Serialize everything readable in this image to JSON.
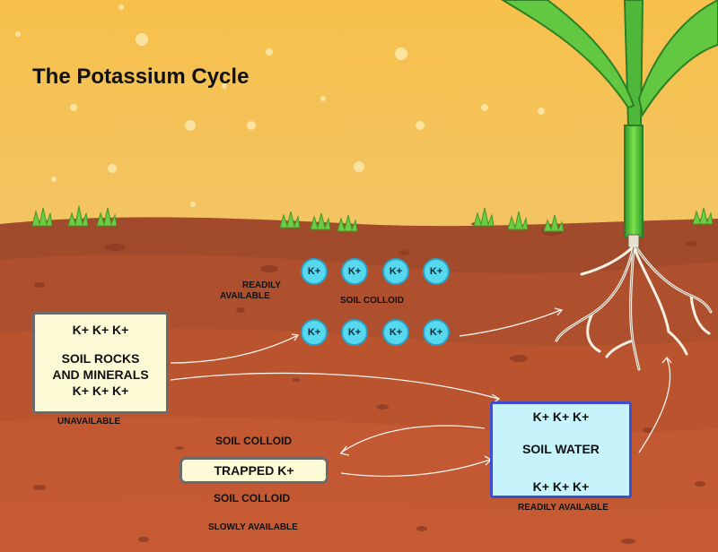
{
  "title": "The Potassium Cycle",
  "labels": {
    "readily_available_top": [
      "READILY",
      "AVAILABLE"
    ],
    "soil_colloid_mid": "SOIL COLLOID",
    "unavailable": "UNAVAILABLE",
    "soil_colloid_above_trapped": "SOIL COLLOID",
    "soil_colloid_below_trapped": "SOIL COLLOID",
    "slowly_available": "SLOWLY AVAILABLE",
    "readily_available_water": "READILY AVAILABLE"
  },
  "boxes": {
    "rocks": {
      "line1": "K+  K+  K+",
      "line2": "SOIL ROCKS",
      "line3": "AND MINERALS",
      "line4": "K+  K+  K+"
    },
    "trapped": {
      "label": "TRAPPED K+"
    },
    "water": {
      "line1": "K+  K+  K+",
      "line2": "SOIL WATER",
      "line3": "K+  K+  K+"
    }
  },
  "ions": [
    "K+",
    "K+",
    "K+",
    "K+",
    "K+",
    "K+",
    "K+",
    "K+"
  ],
  "colors": {
    "sky_top": "#f7c95a",
    "sky_bottom": "#eec27a",
    "soil_top": "#a0492c",
    "soil_bottom": "#c0552f",
    "ion_fill": "#56d8ee",
    "water_fill": "#c7f3fb",
    "box_fill": "#fdfbd6",
    "plant_green": "#5fcf3c"
  }
}
